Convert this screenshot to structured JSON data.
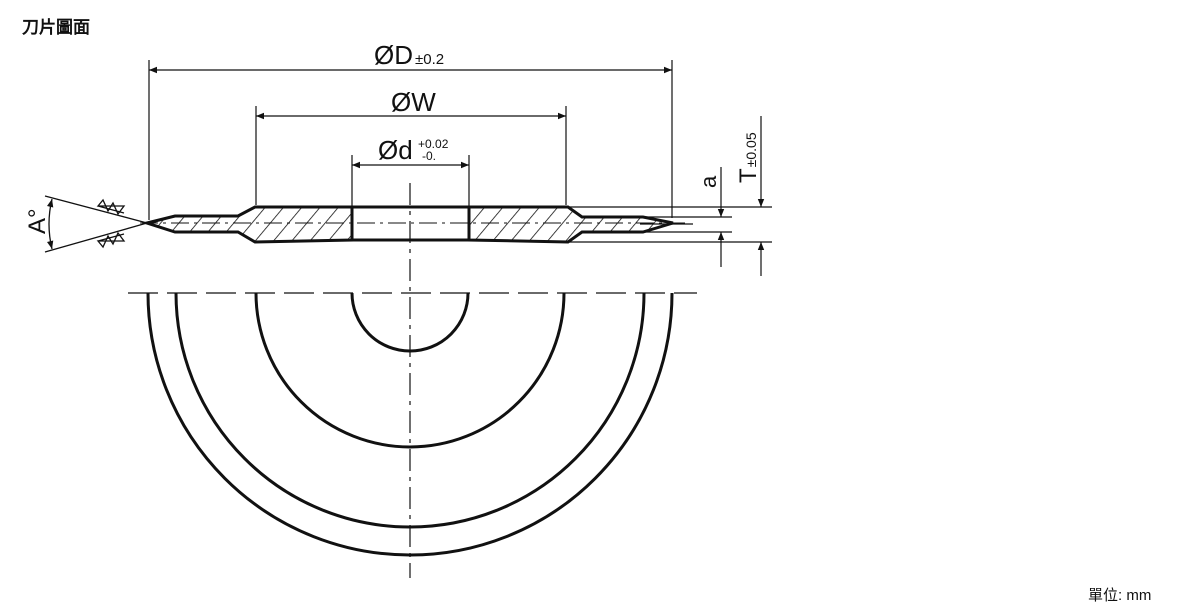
{
  "title": "刀片圖面",
  "units": "單位: mm",
  "dimensions": {
    "D": {
      "label": "ØD",
      "tolerance": "±0.2"
    },
    "W": {
      "label": "ØW"
    },
    "d": {
      "label": "Ød",
      "tol_upper": "+0.02",
      "tol_lower": "-0."
    },
    "a": {
      "label": "a"
    },
    "T": {
      "label": "T",
      "tolerance": "±0.05"
    },
    "A": {
      "label": "A°"
    }
  }
}
